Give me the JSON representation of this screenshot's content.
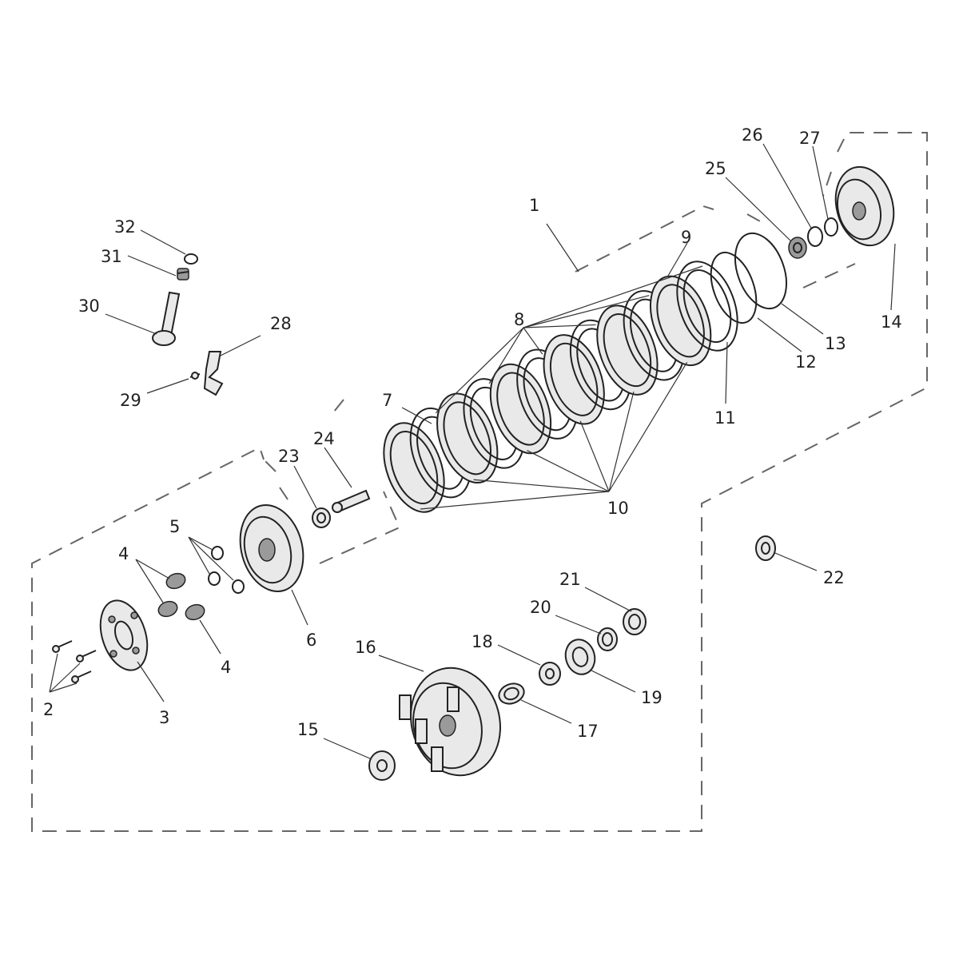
{
  "diagram": {
    "type": "exploded-parts-diagram",
    "colors": {
      "line": "#222222",
      "boundary": "#666666",
      "background": "#ffffff"
    },
    "callouts": [
      "1",
      "2",
      "3",
      "4",
      "4",
      "5",
      "6",
      "7",
      "8",
      "9",
      "10",
      "11",
      "12",
      "13",
      "14",
      "15",
      "16",
      "17",
      "18",
      "19",
      "20",
      "21",
      "22",
      "23",
      "24",
      "25",
      "26",
      "27",
      "28",
      "29",
      "30",
      "31",
      "32"
    ]
  }
}
